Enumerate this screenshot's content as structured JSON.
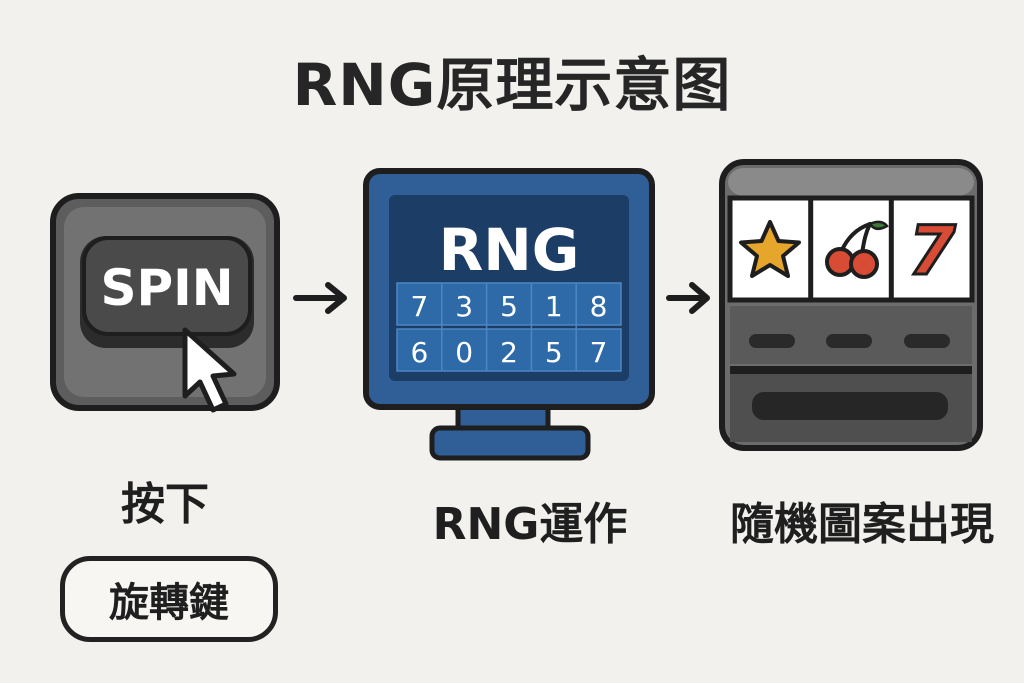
{
  "title": "RNG原理示意图",
  "spin_button": {
    "label": "SPIN"
  },
  "rng_monitor": {
    "label": "RNG",
    "digits_row1": [
      "7",
      "3",
      "5",
      "1",
      "8"
    ],
    "digits_row2": [
      "6",
      "0",
      "2",
      "5",
      "7"
    ]
  },
  "steps": [
    {
      "label": "按下"
    },
    {
      "label": "RNG運作"
    },
    {
      "label": "隨機圖案出現"
    }
  ],
  "key_box": {
    "label": "旋轉鍵"
  },
  "slot_reels": [
    "star-icon",
    "cherry-icon",
    "seven-icon"
  ],
  "slot_reel_values": {
    "seven": "7"
  },
  "colors": {
    "background": "#f2f1ee",
    "monitor_blue": "#2f5f96",
    "monitor_dark": "#1c3d66",
    "button_gray": "#5b5b5b",
    "star_gold": "#e6a62c",
    "cherry_red": "#d84b35"
  }
}
